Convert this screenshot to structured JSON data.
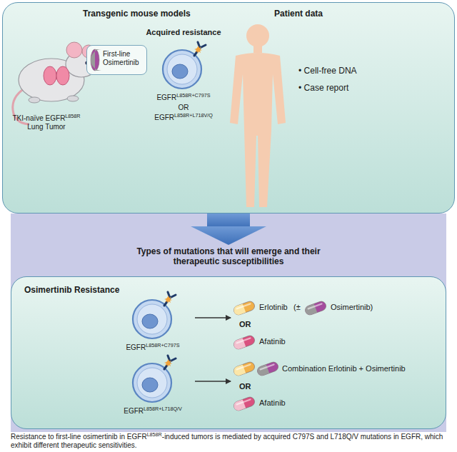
{
  "diagram": {
    "caption": "Resistance to first-line osimertinib in EGFRL858R-induced tumors is mediated by acquired C797S and L718Q/V mutations in EGFR, which exhibit different therapeutic sensitivities.",
    "nodes": [
      {
        "text": [
          "Transgenic mouse models",
          "Patient data"
        ]
      },
      {
        "text": [
          "First-line Osimertinib"
        ],
        "in": 0
      },
      {
        "text": [
          "Acquired resistance",
          "EGFRL858R+C797S",
          "OR",
          "EGFRL858R+L718V/Q"
        ],
        "in": 0
      },
      {
        "text": [
          "Types of mutations that will emerge and their therapeutic susceptibilities"
        ]
      },
      {
        "text": [
          "Osimertinib Resistance"
        ],
        "in": 3
      },
      {
        "text": [
          "EGFRL858R+C797S"
        ],
        "in": 4
      },
      {
        "text": [
          "Erlotinib",
          "(±",
          "Osimertinib)",
          "OR",
          "Afatinib"
        ],
        "in": 4
      },
      {
        "text": [
          "EGFRL858R+L718Q/V"
        ],
        "in": 4
      },
      {
        "text": [
          "Combination Erlotinib + Osimertinib",
          "OR",
          "Afatinib"
        ],
        "in": 4
      }
    ],
    "edges": [
      {
        "from": 5,
        "to": 6,
        "arrow": "to"
      },
      {
        "from": 7,
        "to": 8,
        "arrow": "to"
      }
    ],
    "labels": [
      "TKI-naïve EGFRL858R Lung Tumor",
      "• Cell-free DNA",
      "• Case report"
    ]
  }
}
